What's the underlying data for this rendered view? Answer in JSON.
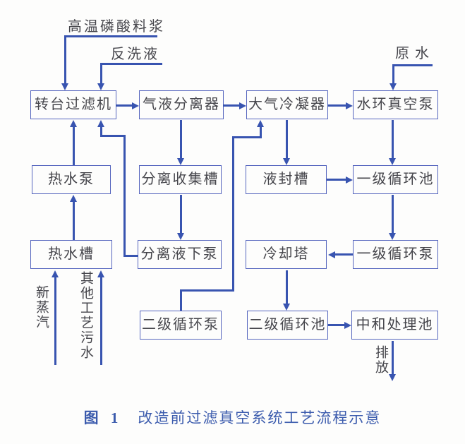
{
  "diagram": {
    "nodes": {
      "rotary_filter": "转台过滤机",
      "gas_liquid_separator": "气液分离器",
      "atmospheric_condenser": "大气冷凝器",
      "water_ring_vacuum_pump": "水环真空泵",
      "hot_water_pump": "热水泵",
      "separation_collection_tank": "分离收集槽",
      "liquid_seal_tank": "液封槽",
      "primary_circulation_pool": "一级循环池",
      "hot_water_tank": "热水槽",
      "separated_liquid_submerged_pump": "分离液下泵",
      "cooling_tower": "冷却塔",
      "primary_circulation_pump": "一级循环泵",
      "secondary_circulation_pump": "二级循环泵",
      "secondary_circulation_pool": "二级循环池",
      "neutralization_treatment_pool": "中和处理池"
    },
    "stream_labels": {
      "hot_phosphoric_slurry": "高温磷酸料浆",
      "backwash_liquid": "反洗液",
      "raw_water": "原水",
      "fresh_steam": "新蒸汽",
      "other_process_wastewater": "其他工艺污水",
      "discharge": "排放"
    },
    "caption": {
      "figure_no": "图 1",
      "title": "改造前过滤真空系统工艺流程示意"
    },
    "colors": {
      "line_blue": "#3854b0",
      "box_border_blue": "#5565be",
      "text_ink": "#45454b",
      "caption_blue": "#3b5bad"
    }
  }
}
